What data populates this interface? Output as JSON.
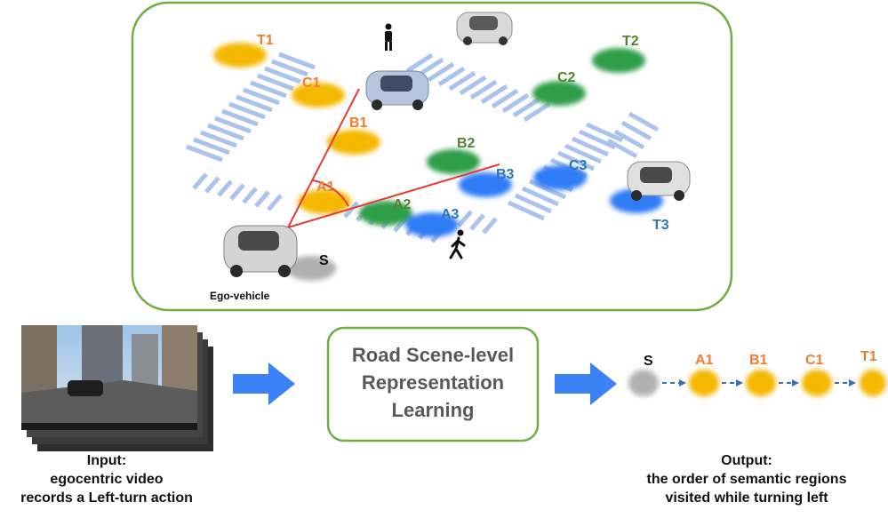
{
  "scene": {
    "regions": {
      "T1": "T1",
      "C1": "C1",
      "B1": "B1",
      "A1": "A1",
      "T2": "T2",
      "C2": "C2",
      "B2": "B2",
      "A2": "A2",
      "A3": "A3",
      "B3": "B3",
      "C3": "C3",
      "T3": "T3",
      "S": "S"
    },
    "ego_label": "Ego-vehicle"
  },
  "colors": {
    "orange": "#F5B800",
    "orange_text": "#ED7D31",
    "green": "#2E9E4A",
    "green_text": "#548235",
    "blue": "#2E7CF6",
    "blue_text": "#2E75B6",
    "gray": "#B0B0B0",
    "frame": "#70AD47",
    "arrow": "#3B82F6"
  },
  "box": {
    "line1": "Road Scene-level",
    "line2": "Representation",
    "line3": "Learning"
  },
  "input": {
    "line1": "Input:",
    "line2": "egocentric video",
    "line3": "records a Left-turn action"
  },
  "output": {
    "sequence": [
      "S",
      "A1",
      "B1",
      "C1",
      "T1"
    ],
    "line1": "Output:",
    "line2": "the order of semantic regions",
    "line3": "visited while turning left"
  }
}
